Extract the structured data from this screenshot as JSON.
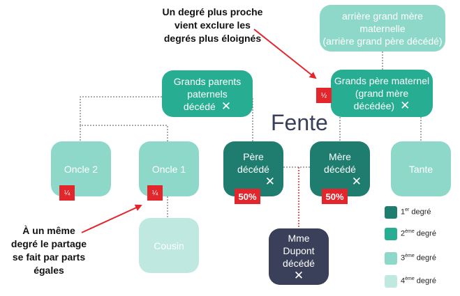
{
  "diagram": {
    "title": "Fente",
    "nodes": {
      "arriere_grand_mere": {
        "line1": "arrière grand mère",
        "line2": "maternelle",
        "line3": "(arrière grand père décédé)"
      },
      "grands_parents_paternels": {
        "line1": "Grands parents",
        "line2": "paternels",
        "line3": "décédé"
      },
      "grand_pere_maternel": {
        "line1": "Grands père maternel",
        "line2": "(grand mère",
        "line3": "décédée)"
      },
      "oncle2": {
        "label": "Oncle 2"
      },
      "oncle1": {
        "label": "Oncle 1"
      },
      "pere": {
        "line1": "Père",
        "line2": "décédé"
      },
      "mere": {
        "line1": "Mère",
        "line2": "décédé"
      },
      "tante": {
        "label": "Tante"
      },
      "cousin": {
        "label": "Cousin"
      },
      "dupont": {
        "line1": "Mme Dupont",
        "line2": "décédé"
      }
    },
    "cross_symbol": "✕",
    "badges": {
      "half": "½",
      "quarter": "¼",
      "fifty": "50%"
    },
    "annotations": {
      "top": {
        "line1": "Un degré plus proche",
        "line2": "vient exclure les",
        "line3": "degrés plus éloignés"
      },
      "bottom": {
        "line1": "À un même",
        "line2": "degré le partage",
        "line3": "se fait par parts",
        "line4": "égales"
      }
    },
    "legend": [
      {
        "number": "1",
        "suffix": "er",
        "word": " degré",
        "color": "#1e7d6e"
      },
      {
        "number": "2",
        "suffix": "ème",
        "word": " degré",
        "color": "#26ad92"
      },
      {
        "number": "3",
        "suffix": "ème",
        "word": " degré",
        "color": "#8dd8c8"
      },
      {
        "number": "4",
        "suffix": "ème",
        "word": " degré",
        "color": "#bfe9e0"
      }
    ],
    "colors": {
      "degree1": "#1e7d6e",
      "degree2": "#26ad92",
      "degree3": "#8dd8c8",
      "degree4": "#bfe9e0",
      "deceased_subject": "#3a3f5a",
      "badge": "#e3252c",
      "arrow": "#e3252c"
    }
  }
}
